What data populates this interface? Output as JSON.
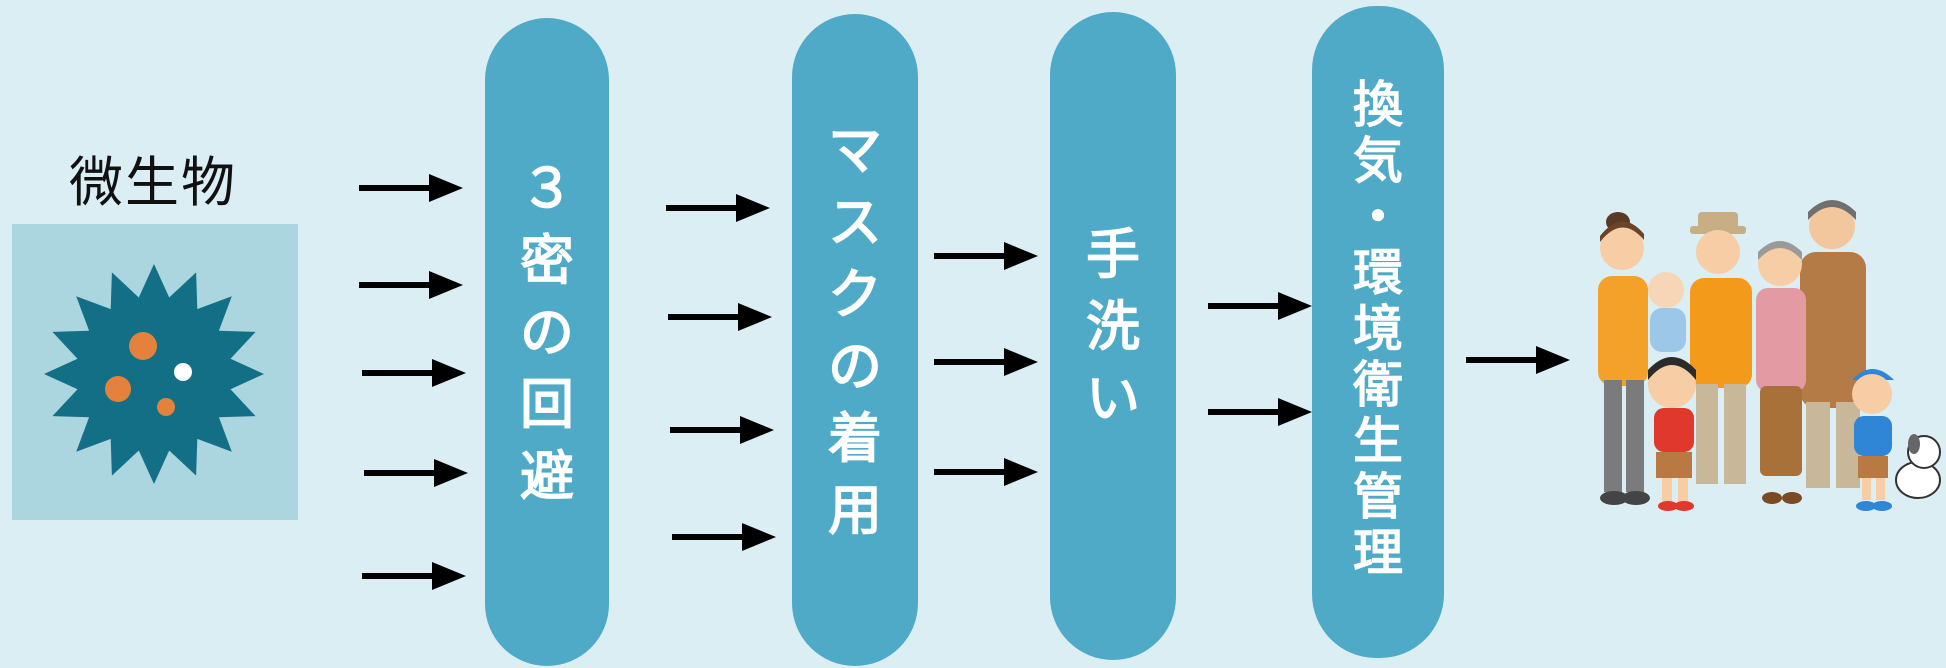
{
  "microbe": {
    "label": "微生物",
    "icon": "microbe-icon"
  },
  "barriers": [
    {
      "label": "３密の回避"
    },
    {
      "label": "マスクの着用"
    },
    {
      "label": "手洗い"
    },
    {
      "label": "換気・環境衛生管理"
    }
  ],
  "people": {
    "icon": "family-illustration"
  },
  "colors": {
    "background": "#dbeef3",
    "pill": "#4eaac7",
    "microbe_body": "#126f86",
    "spot": "#e4823d"
  }
}
